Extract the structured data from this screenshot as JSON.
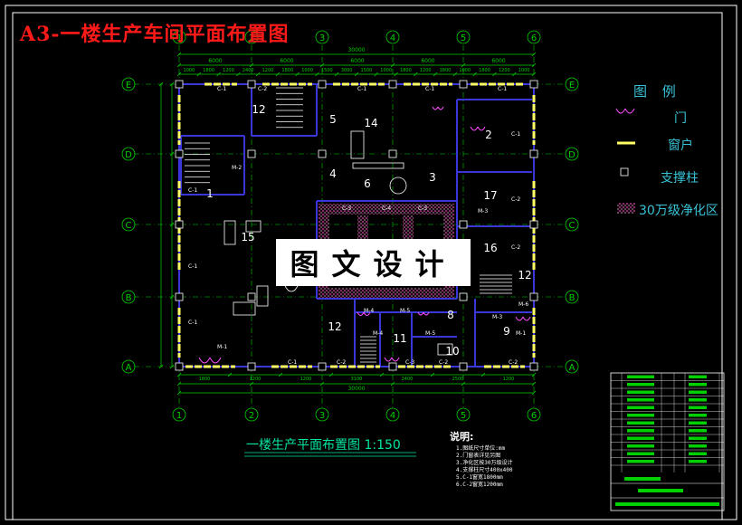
{
  "title": "A3-一楼生产车间平面布置图",
  "subtitle": "一楼生产平面布置图 1:150",
  "watermark": "图文设计",
  "legend": {
    "heading": "图 例",
    "items": [
      {
        "symbol": "door",
        "label": "门"
      },
      {
        "symbol": "window",
        "label": "窗户"
      },
      {
        "symbol": "column",
        "label": "支撑柱"
      },
      {
        "symbol": "clean-zone",
        "label": "30万级净化区"
      }
    ]
  },
  "axes": {
    "columns": [
      "1",
      "2",
      "3",
      "4",
      "5",
      "6"
    ],
    "rows": [
      "E",
      "D",
      "C",
      "B",
      "A"
    ]
  },
  "dimensions": {
    "top_spans": [
      "6000",
      "6000",
      "6000",
      "6000",
      "6000"
    ],
    "total": "30000",
    "top_detail": [
      "1000",
      "1800",
      "1200",
      "2400",
      "1200",
      "1800",
      "1000",
      "1500",
      "3000",
      "1500",
      "1000",
      "1800",
      "1200",
      "1800",
      "1000",
      "1800",
      "1200",
      "1000"
    ],
    "bottom_detail": [
      "1800",
      "1200",
      "1200",
      "3100",
      "2400",
      "2500",
      "1200"
    ]
  },
  "room_numbers": [
    "1",
    "2",
    "3",
    "4",
    "5",
    "6",
    "8",
    "9",
    "10",
    "11",
    "12",
    "12",
    "12",
    "14",
    "15",
    "16",
    "17"
  ],
  "opening_tags": {
    "windows": [
      "C-1",
      "C-2",
      "C-3",
      "C-4"
    ],
    "doors": [
      "M-1",
      "M-2",
      "M-3",
      "M-4",
      "M-5",
      "M-6"
    ]
  },
  "notes": {
    "title": "说明:",
    "lines": [
      "1.图纸尺寸单位:mm",
      "2.门窗表详见另图",
      "3.净化区按30万级设计",
      "4.支撑柱尺寸400x400",
      "5.C-1窗宽1800mm",
      "6.C-2窗宽1200mm"
    ]
  },
  "colors": {
    "background": "#000000",
    "axis": "#00d000",
    "wall": "#3a37d8",
    "window": "#ffff66",
    "door": "#ff4dff",
    "column": "#000000",
    "clean_zone": "#ff66cc",
    "title": "#ff1a1a",
    "legend_text": "#39c2d6",
    "tags": "#ffffff"
  }
}
